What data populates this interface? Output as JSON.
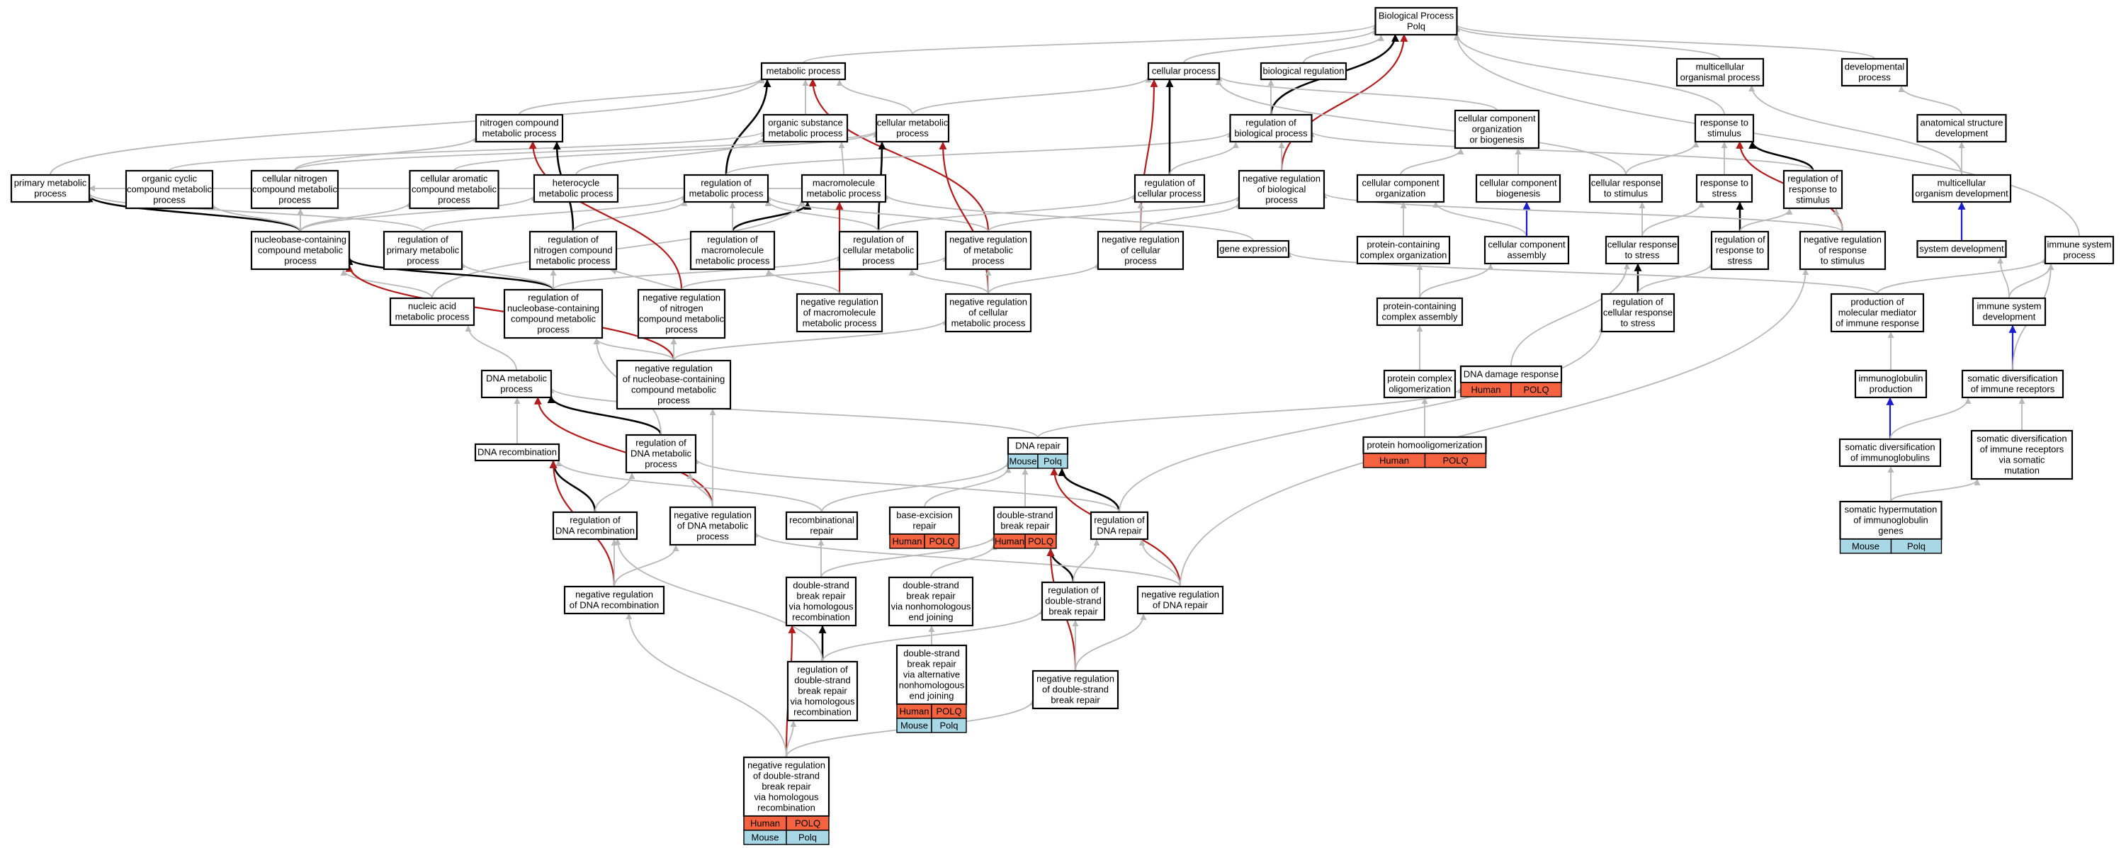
{
  "colors": {
    "human": "#f4623f",
    "mouse": "#a8d8e6",
    "gray_edge": "#b8b8b8",
    "black_edge": "#000000",
    "red_edge": "#b21c1c",
    "blue_edge": "#1c1ccf"
  },
  "nodes": {
    "bp": [
      "Biological Process",
      "Polq"
    ],
    "metabolic": [
      "metabolic process"
    ],
    "cellular_process": [
      "cellular process"
    ],
    "biological_regulation": [
      "biological regulation"
    ],
    "multicellular_organismal": [
      "multicellular",
      "organismal process"
    ],
    "developmental": [
      "developmental",
      "process"
    ],
    "nitrogen_compound_metabolic": [
      "nitrogen compound",
      "metabolic process"
    ],
    "organic_substance_metabolic": [
      "organic substance",
      "metabolic process"
    ],
    "cellular_metabolic": [
      "cellular metabolic",
      "process"
    ],
    "regulation_biological": [
      "regulation of",
      "biological process"
    ],
    "cc_org_biogenesis": [
      "cellular component",
      "organization",
      "or biogenesis"
    ],
    "response_to_stimulus": [
      "response to",
      "stimulus"
    ],
    "anatomical_structure_dev": [
      "anatomical structure",
      "development"
    ],
    "primary_metabolic": [
      "primary metabolic",
      "process"
    ],
    "organic_cyclic": [
      "organic cyclic",
      "compound metabolic",
      "process"
    ],
    "cellular_nitrogen": [
      "cellular nitrogen",
      "compound metabolic",
      "process"
    ],
    "cellular_aromatic": [
      "cellular aromatic",
      "compound metabolic",
      "process"
    ],
    "heterocycle": [
      "heterocycle",
      "metabolic process"
    ],
    "regulation_metabolic": [
      "regulation of",
      "metabolic process"
    ],
    "macromolecule_metabolic": [
      "macromolecule",
      "metabolic process"
    ],
    "regulation_cellular_process": [
      "regulation of",
      "cellular process"
    ],
    "neg_reg_biological": [
      "negative regulation",
      "of biological",
      "process"
    ],
    "cc_organization": [
      "cellular component",
      "organization"
    ],
    "cc_biogenesis": [
      "cellular component",
      "biogenesis"
    ],
    "cellular_response_stimulus": [
      "cellular response",
      "to stimulus"
    ],
    "response_to_stress": [
      "response to",
      "stress"
    ],
    "reg_response_stimulus": [
      "regulation of",
      "response to",
      "stimulus"
    ],
    "multicellular_organism_dev": [
      "multicellular",
      "organism development"
    ],
    "nucleobase_metabolic": [
      "nucleobase-containing",
      "compound metabolic",
      "process"
    ],
    "reg_primary_metabolic": [
      "regulation of",
      "primary metabolic",
      "process"
    ],
    "reg_nitrogen_metabolic": [
      "regulation of",
      "nitrogen compound",
      "metabolic process"
    ],
    "reg_macromolecule_metabolic": [
      "regulation of",
      "macromolecule",
      "metabolic process"
    ],
    "reg_cellular_metabolic": [
      "regulation of",
      "cellular metabolic",
      "process"
    ],
    "neg_reg_metabolic": [
      "negative regulation",
      "of metabolic",
      "process"
    ],
    "neg_reg_cellular_process": [
      "negative regulation",
      "of cellular",
      "process"
    ],
    "gene_expression": [
      "gene expression"
    ],
    "protein_containing_complex_org": [
      "protein-containing",
      "complex organization"
    ],
    "cc_assembly": [
      "cellular component",
      "assembly"
    ],
    "cellular_response_stress": [
      "cellular response",
      "to stress"
    ],
    "reg_response_stress": [
      "regulation of",
      "response to",
      "stress"
    ],
    "neg_reg_response_stimulus": [
      "negative regulation",
      "of response",
      "to stimulus"
    ],
    "system_development": [
      "system development"
    ],
    "immune_system_process": [
      "immune system",
      "process"
    ],
    "nucleic_acid_metabolic": [
      "nucleic acid",
      "metabolic process"
    ],
    "reg_nucleobase_metabolic": [
      "regulation of",
      "nucleobase-containing",
      "compound metabolic",
      "process"
    ],
    "neg_reg_nitrogen_metabolic": [
      "negative regulation",
      "of nitrogen",
      "compound metabolic",
      "process"
    ],
    "neg_reg_macromolecule_metabolic": [
      "negative regulation",
      "of macromolecule",
      "metabolic process"
    ],
    "neg_reg_cellular_metabolic": [
      "negative regulation",
      "of cellular",
      "metabolic process"
    ],
    "protein_containing_complex_assembly": [
      "protein-containing",
      "complex assembly"
    ],
    "reg_cellular_response_stress": [
      "regulation of",
      "cellular response",
      "to stress"
    ],
    "production_molecular_mediator": [
      "production of",
      "molecular mediator",
      "of immune response"
    ],
    "immune_system_development": [
      "immune system",
      "development"
    ],
    "neg_reg_nucleobase_metabolic": [
      "negative regulation",
      "of nucleobase-containing",
      "compound metabolic",
      "process"
    ],
    "dna_metabolic": [
      "DNA metabolic",
      "process"
    ],
    "protein_complex_oligomerization": [
      "protein complex",
      "oligomerization"
    ],
    "dna_damage_response": [
      "DNA damage response"
    ],
    "immunoglobulin_production": [
      "immunoglobulin",
      "production"
    ],
    "somatic_div_immune_receptors": [
      "somatic diversification",
      "of immune receptors"
    ],
    "dna_recombination": [
      "DNA recombination"
    ],
    "reg_dna_metabolic": [
      "regulation of",
      "DNA metabolic",
      "process"
    ],
    "dna_repair": [
      "DNA repair"
    ],
    "protein_homooligomerization": [
      "protein homooligomerization"
    ],
    "somatic_div_immunoglobulins": [
      "somatic diversification",
      "of immunoglobulins"
    ],
    "somatic_div_hypermutation": [
      "somatic diversification",
      "of immune receptors",
      "via somatic",
      "mutation"
    ],
    "reg_dna_recombination": [
      "regulation of",
      "DNA recombination"
    ],
    "neg_reg_dna_metabolic": [
      "negative regulation",
      "of DNA metabolic",
      "process"
    ],
    "recombinational_repair": [
      "recombinational",
      "repair"
    ],
    "base_excision_repair": [
      "base-excision",
      "repair"
    ],
    "dsb_repair": [
      "double-strand",
      "break repair"
    ],
    "reg_dna_repair": [
      "regulation of",
      "DNA repair"
    ],
    "somatic_hypermutation_ig": [
      "somatic hypermutation",
      "of immunoglobulin",
      "genes"
    ],
    "neg_reg_dna_recombination": [
      "negative regulation",
      "of DNA recombination"
    ],
    "dsb_repair_hr": [
      "double-strand",
      "break repair",
      "via homologous",
      "recombination"
    ],
    "dsb_repair_nhej": [
      "double-strand",
      "break repair",
      "via nonhomologous",
      "end joining"
    ],
    "reg_dsb_repair": [
      "regulation of",
      "double-strand",
      "break repair"
    ],
    "neg_reg_dna_repair": [
      "negative regulation",
      "of DNA repair"
    ],
    "reg_dsb_repair_hr": [
      "regulation of",
      "double-strand",
      "break repair",
      "via homologous",
      "recombination"
    ],
    "dsb_repair_alt_nhej": [
      "double-strand",
      "break repair",
      "via alternative",
      "nonhomologous",
      "end joining"
    ],
    "neg_reg_dsb_repair": [
      "negative regulation",
      "of double-strand",
      "break repair"
    ],
    "neg_reg_dsb_repair_hr": [
      "negative regulation",
      "of double-strand",
      "break repair",
      "via homologous",
      "recombination"
    ]
  },
  "annotations": {
    "dna_damage_response": [
      [
        "Human",
        "POLQ"
      ]
    ],
    "protein_homooligomerization": [
      [
        "Human",
        "POLQ"
      ]
    ],
    "dna_repair": [
      [
        "Mouse",
        "Polq"
      ]
    ],
    "base_excision_repair": [
      [
        "Human",
        "POLQ"
      ]
    ],
    "dsb_repair": [
      [
        "Human",
        "POLQ"
      ]
    ],
    "somatic_hypermutation_ig": [
      [
        "Mouse",
        "Polq"
      ]
    ],
    "dsb_repair_alt_nhej": [
      [
        "Human",
        "POLQ"
      ],
      [
        "Mouse",
        "Polq"
      ]
    ],
    "neg_reg_dsb_repair_hr": [
      [
        "Human",
        "POLQ"
      ],
      [
        "Mouse",
        "Polq"
      ]
    ]
  }
}
